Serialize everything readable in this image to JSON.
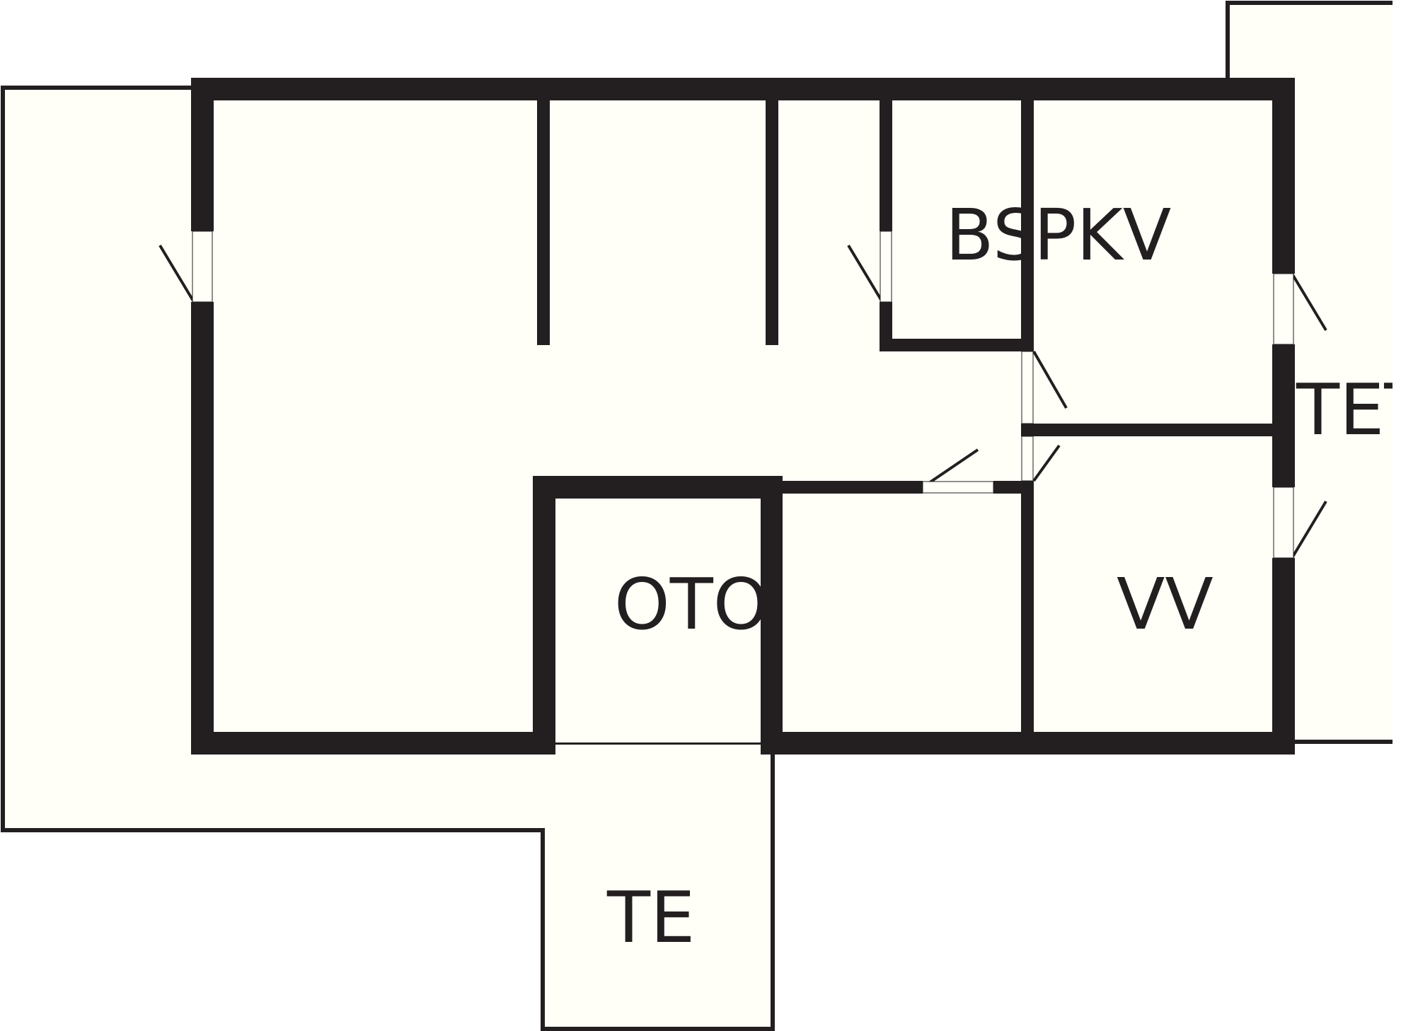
{
  "floorplan": {
    "rooms": {
      "bs": "BS",
      "pkv": "PKV",
      "tet": "TET",
      "oto": "OTO",
      "vv": "VV",
      "te": "TE"
    }
  },
  "colors": {
    "wall": "#231f20",
    "floor": "#fffff8",
    "background": "#ffffff"
  }
}
